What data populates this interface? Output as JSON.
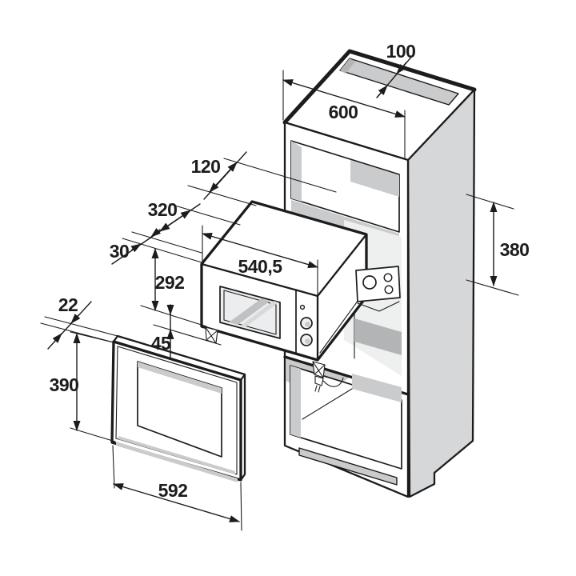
{
  "diagram": {
    "labels": {
      "vent_width": "100",
      "top_depth": "600",
      "rear_recess": "120",
      "oven_depth": "320",
      "front_clearance": "30",
      "oven_width": "540,5",
      "oven_height": "292",
      "base_height": "45",
      "frame_depth": "22",
      "frame_height": "390",
      "frame_width": "592",
      "niche_height": "380"
    },
    "colors": {
      "line": "#1c1c1c",
      "cabinet_side": "#d6d7d9",
      "interior_shadow": "#c9cbcd",
      "dark_band": "#b2b4b6",
      "background": "#ffffff"
    }
  }
}
